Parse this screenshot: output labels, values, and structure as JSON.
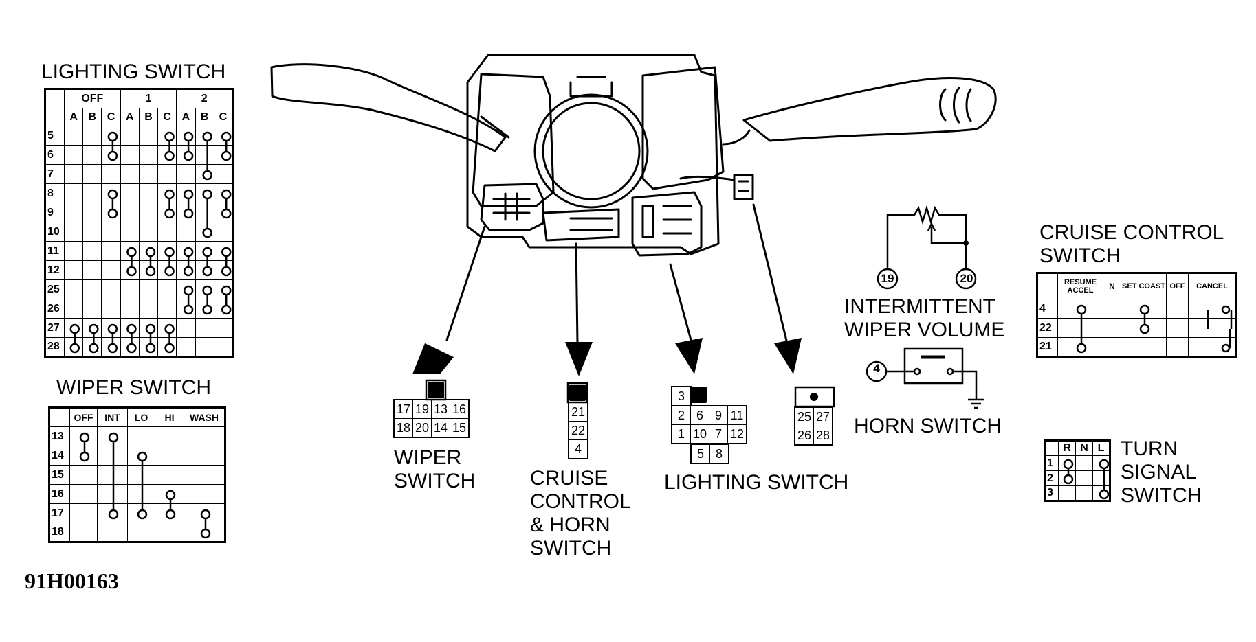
{
  "diagram_code": "91H00163",
  "lighting_switch_table": {
    "title": "LIGHTING SWITCH",
    "positions": [
      "OFF",
      "1",
      "2"
    ],
    "sub_columns": [
      "A",
      "B",
      "C",
      "A",
      "B",
      "C",
      "A",
      "B",
      "C"
    ],
    "rows": [
      "5",
      "6",
      "7",
      "8",
      "9",
      "10",
      "11",
      "12",
      "25",
      "26",
      "27",
      "28"
    ]
  },
  "wiper_switch_table": {
    "title": "WIPER SWITCH",
    "columns": [
      "OFF",
      "INT",
      "LO",
      "HI",
      "WASH"
    ],
    "rows": [
      "13",
      "14",
      "15",
      "16",
      "17",
      "18"
    ]
  },
  "cruise_control_table": {
    "title_line1": "CRUISE CONTROL",
    "title_line2": "SWITCH",
    "columns": [
      "RESUME ACCEL",
      "N",
      "SET COAST",
      "OFF",
      "CANCEL"
    ],
    "rows": [
      "4",
      "22",
      "21"
    ]
  },
  "turn_signal_table": {
    "title_line1": "TURN",
    "title_line2": "SIGNAL",
    "title_line3": "SWITCH",
    "columns": [
      "R",
      "N",
      "L"
    ],
    "rows": [
      "1",
      "2",
      "3"
    ]
  },
  "wiper_connector": {
    "label_line1": "WIPER",
    "label_line2": "SWITCH",
    "row1": [
      "17",
      "19",
      "13",
      "16"
    ],
    "row2": [
      "18",
      "20",
      "14",
      "15"
    ]
  },
  "cruise_connector": {
    "label_line1": "CRUISE",
    "label_line2": "CONTROL",
    "label_line3": "& HORN",
    "label_line4": "SWITCH",
    "pins": [
      "21",
      "22",
      "4"
    ]
  },
  "lighting_connector": {
    "label": "LIGHTING SWITCH",
    "row0": [
      "3"
    ],
    "row1": [
      "2",
      "6",
      "9",
      "11"
    ],
    "row2": [
      "1",
      "10",
      "7",
      "12"
    ],
    "row3": [
      "5",
      "8"
    ]
  },
  "small_connector": {
    "row1": [
      "25",
      "27"
    ],
    "row2": [
      "26",
      "28"
    ]
  },
  "intermittent_wiper": {
    "label_line1": "INTERMITTENT",
    "label_line2": "WIPER VOLUME",
    "terminal_a": "19",
    "terminal_b": "20"
  },
  "horn_switch": {
    "label": "HORN SWITCH",
    "terminal": "4"
  }
}
